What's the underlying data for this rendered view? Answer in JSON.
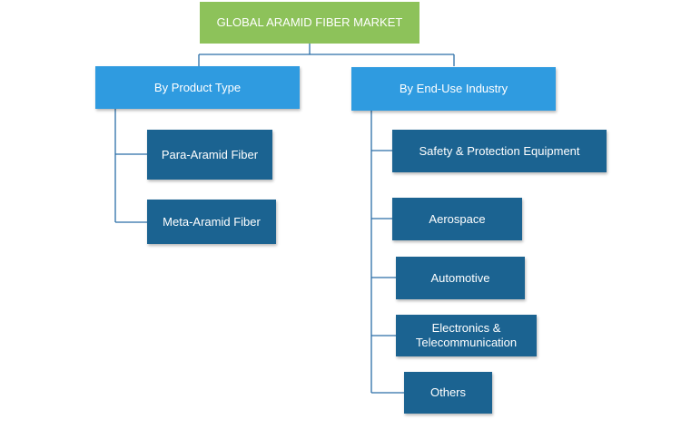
{
  "root": {
    "label": "GLOBAL ARAMID FIBER MARKET"
  },
  "categories": [
    {
      "label": "By Product Type",
      "items": [
        "Para-Aramid Fiber",
        "Meta-Aramid Fiber"
      ]
    },
    {
      "label": "By End-Use Industry",
      "items": [
        "Safety & Protection Equipment",
        "Aerospace",
        "Automotive",
        "Electronics & Telecommunication",
        "Others"
      ]
    }
  ],
  "colors": {
    "root": "#8dc25a",
    "category": "#2f9be0",
    "leaf": "#1b6391",
    "connector": "#2b6ea8"
  }
}
